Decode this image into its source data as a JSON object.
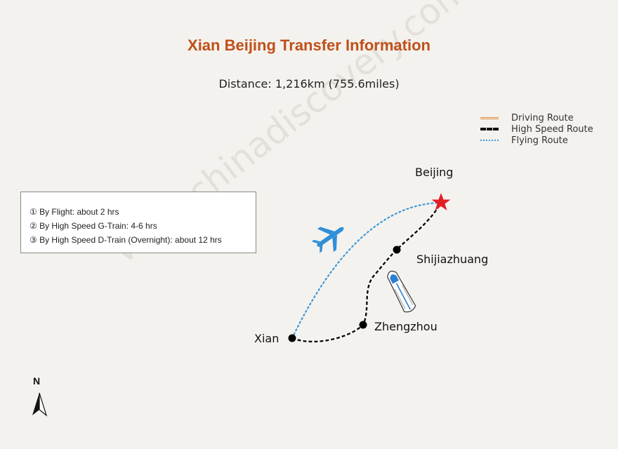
{
  "title": "Xian Beijing Transfer Information",
  "distance": "Distance: 1,216km (755.6miles)",
  "watermark": "www.chinadiscovery.com",
  "legend": {
    "items": [
      {
        "label": "Driving Route",
        "style": "driving",
        "color": "#e08a3c"
      },
      {
        "label": "High Speed Route",
        "style": "high-speed",
        "color": "#111111"
      },
      {
        "label": "Flying Route",
        "style": "flying",
        "color": "#3a9ad9"
      }
    ]
  },
  "info": {
    "lines": [
      "① By Flight: about 2 hrs",
      "② By High Speed G-Train: 4-6 hrs",
      "③ By High Speed D-Train (Overnight): about 12 hrs"
    ]
  },
  "cities": {
    "beijing": "Beijing",
    "shijiazhuang": "Shijiazhuang",
    "zhengzhou": "Zhengzhou",
    "xian": "Xian"
  },
  "compass": "N",
  "colors": {
    "title": "#c0501a",
    "flight": "#3a9ad9",
    "star": "#e31e24",
    "plane": "#2f8fd8"
  }
}
